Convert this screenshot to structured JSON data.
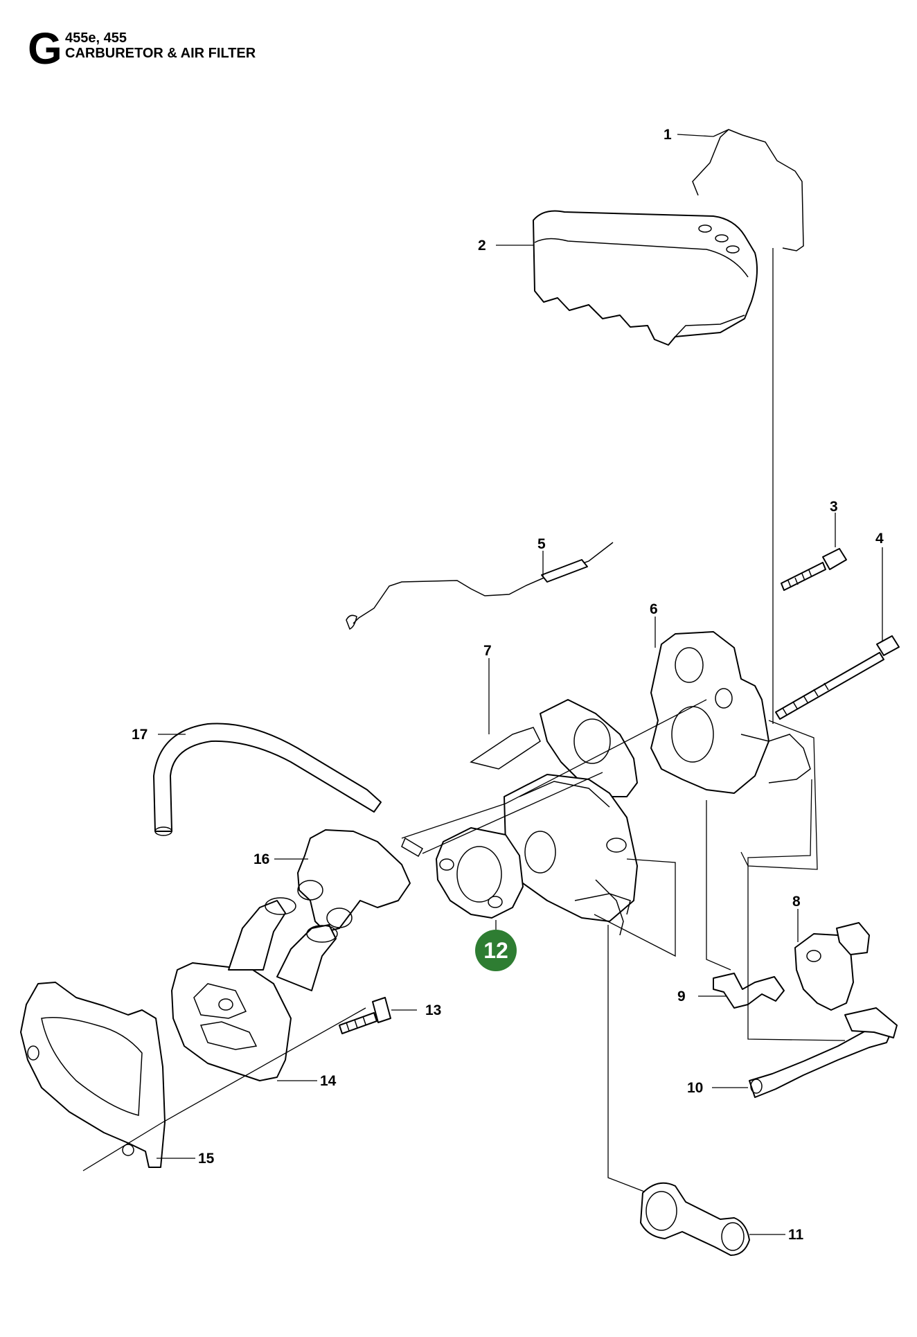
{
  "header": {
    "section_letter": "G",
    "model": "455e, 455",
    "title": "CARBURETOR & AIR FILTER"
  },
  "callouts": [
    {
      "number": "1"
    },
    {
      "number": "2"
    },
    {
      "number": "3"
    },
    {
      "number": "4"
    },
    {
      "number": "5"
    },
    {
      "number": "6"
    },
    {
      "number": "7"
    },
    {
      "number": "8"
    },
    {
      "number": "9"
    },
    {
      "number": "10"
    },
    {
      "number": "11"
    },
    {
      "number": "12"
    },
    {
      "number": "13"
    },
    {
      "number": "14"
    },
    {
      "number": "15"
    },
    {
      "number": "16"
    },
    {
      "number": "17"
    }
  ],
  "highlight": {
    "number": "12",
    "color": "#2e7d32",
    "text_color": "#ffffff"
  },
  "colors": {
    "line": "#000000",
    "background": "#ffffff"
  }
}
